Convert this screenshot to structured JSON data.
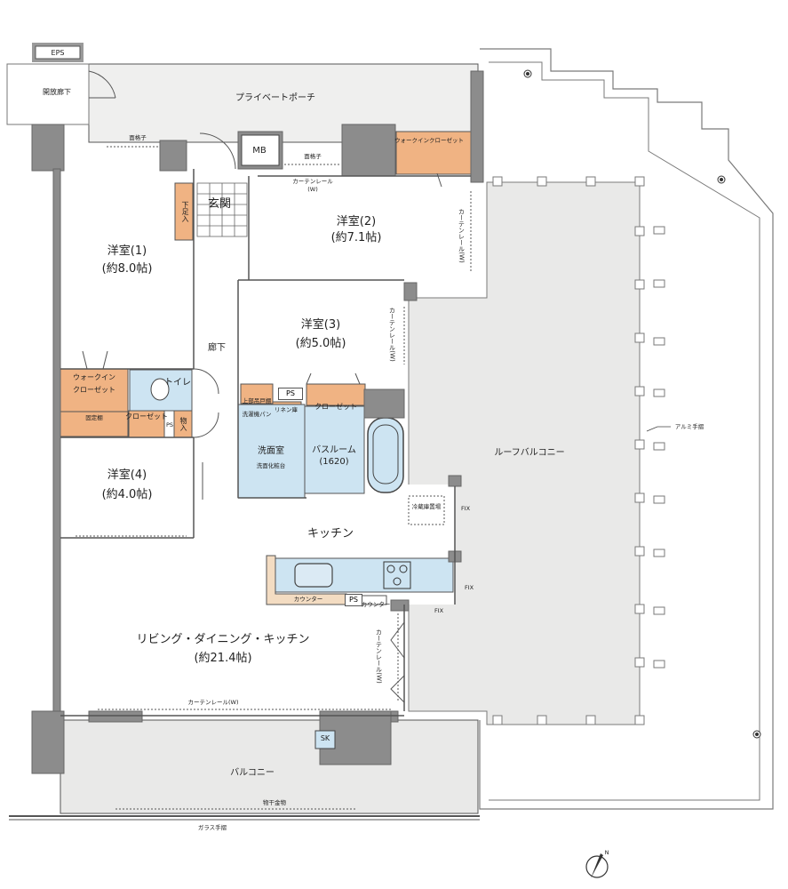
{
  "labels": {
    "eps": "EPS",
    "open_corridor": "開放廊下",
    "private_porch": "プライベートポーチ",
    "lattice_1": "面格子",
    "lattice_2": "面格子",
    "mb": "MB",
    "curtain_rail_porch": "カーテンレール",
    "curtain_rail_porch_w": "(W)",
    "walkin_closet_2": "ウォークインクローゼット",
    "entrance": "玄関",
    "shoe_storage": "下足入",
    "room2_name": "洋室(2)",
    "room2_size": "(約7.1帖)",
    "room2_curtain": "カーテンレール(W)",
    "room1_name": "洋室(1)",
    "room1_size": "(約8.0帖)",
    "room3_name": "洋室(3)",
    "room3_size": "(約5.0帖)",
    "room3_curtain": "カーテンレール(W)",
    "corridor": "廊下",
    "walkin_closet_1a": "ウォークイン",
    "walkin_closet_1b": "クローゼット",
    "fixed_shelf": "固定棚",
    "toilet": "トイレ",
    "closet_a": "クローゼット",
    "ps_1": "PS",
    "storage": "物入",
    "ps_2": "PS",
    "upper_shelf": "上部吊戸棚",
    "washer_pan": "洗濯機パン",
    "linen": "リネン庫",
    "closet_b": "クローゼット",
    "washroom": "洗面室",
    "vanity": "洗面化粧台",
    "bathroom_name": "バスルーム",
    "bathroom_size": "(1620)",
    "room4_name": "洋室(4)",
    "room4_size": "(約4.0帖)",
    "fridge": "冷蔵庫置場",
    "fix_1": "FIX",
    "kitchen": "キッチン",
    "fix_2": "FIX",
    "counter_1": "カウンター",
    "ps_3": "PS",
    "counter_2": "カウンター",
    "fix_3": "FIX",
    "ldk_name": "リビング・ダイニング・キッチン",
    "ldk_size": "(約21.4帖)",
    "ldk_curtain_side": "カーテンレール(W)",
    "ldk_curtain_bottom": "カーテンレール(W)",
    "roof_balcony": "ルーフバルコニー",
    "aluminum_rail": "アルミ手摺",
    "sk": "SK",
    "balcony": "バルコニー",
    "drying_rack": "物干金物",
    "glass_rail": "ガラス手摺",
    "compass_n": "N"
  },
  "colors": {
    "wall": "#8c8c8c",
    "porch": "#efefee",
    "balcony": "#e9e9e8",
    "storage": "#f0b383",
    "wet_area": "#cde4f2",
    "roof_outline": "#7a7a7a"
  }
}
